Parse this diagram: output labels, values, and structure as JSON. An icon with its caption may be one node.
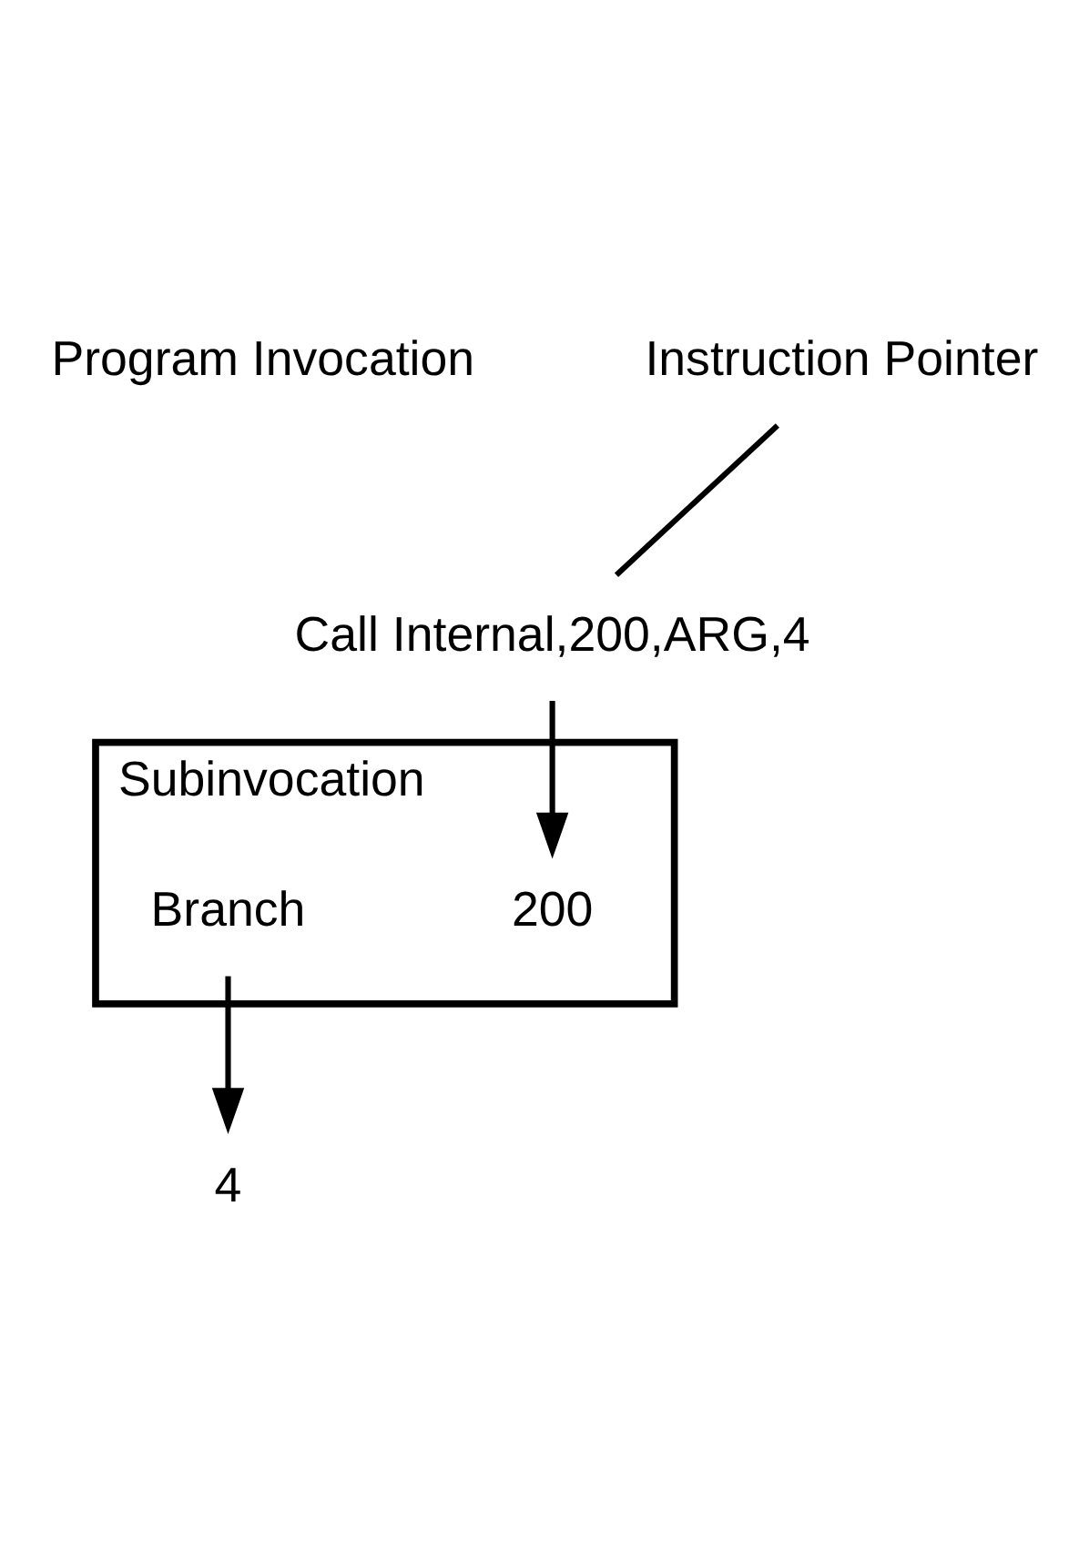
{
  "diagram": {
    "nodes": [
      {
        "text": [
          "Call Internal,200,ARG,4"
        ]
      },
      {
        "text": [
          "Instruction Pointer"
        ]
      },
      {
        "text": [
          "4"
        ]
      },
      {
        "text": [
          "Subinvocation"
        ]
      },
      {
        "text": [
          "200"
        ],
        "in": 3
      },
      {
        "text": [
          "Branch"
        ],
        "in": 3
      }
    ],
    "edges": [
      {
        "from": 1,
        "to": 0,
        "arrow": "none"
      },
      {
        "from": 0,
        "to": 4,
        "arrow": "to"
      },
      {
        "from": 5,
        "to": 2,
        "arrow": "to"
      }
    ],
    "labels": [
      "Program Invocation"
    ]
  }
}
